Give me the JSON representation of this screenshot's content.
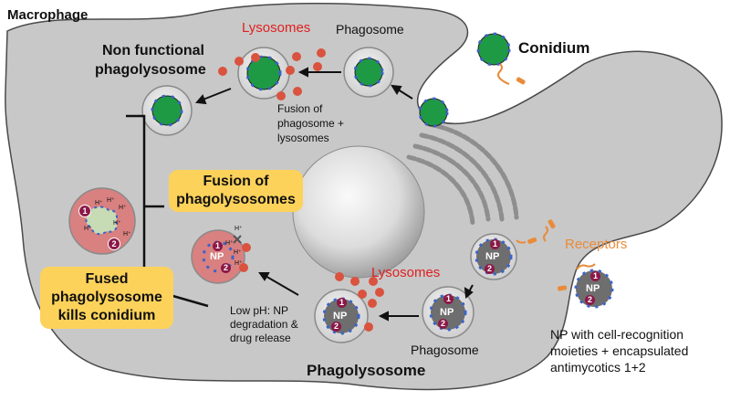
{
  "labels": {
    "macrophage": "Macrophage",
    "lysosomes_top": "Lysosomes",
    "phagosome_top": "Phagosome",
    "conidium": "Conidium",
    "non_functional_line1": "Non functional",
    "non_functional_line2": "phagolysosome",
    "fusion_desc_line1": "Fusion of",
    "fusion_desc_line2": "phagosome +",
    "fusion_desc_line3": "lysosomes",
    "fusion_box_line1": "Fusion of",
    "fusion_box_line2": "phagolysosomes",
    "fused_box_line1": "Fused",
    "fused_box_line2": "phagolysosome",
    "fused_box_line3": "kills conidium",
    "receptors": "Receptors",
    "lysosomes_bottom": "Lysosomes",
    "lowph_line1": "Low pH: NP",
    "lowph_line2": "degradation &",
    "lowph_line3": "drug release",
    "phagosome_bottom": "Phagosome",
    "phagolysosome": "Phagolysosome",
    "np_desc_line1": "NP with cell-recognition",
    "np_desc_line2": "moieties + encapsulated",
    "np_desc_line3": "antimycotics 1+2",
    "np": "NP",
    "drug1": "1",
    "drug2": "2",
    "proton": "H⁺"
  },
  "colors": {
    "cell": "#c8c8c8",
    "cell_outline": "#4a4a4a",
    "nucleus": "#d7d7d7",
    "conidium": "#1f9a44",
    "lysosome": "#d9533f",
    "lysosome_label": "#e02020",
    "receptor_label": "#e98b3a",
    "nanoparticle": "#6e6e6e",
    "drug_marker": "#8b1848",
    "receptor_blue": "#3a63c9",
    "phagosome_fill": "#e3e3e3",
    "acid_vesicle": "#d98080",
    "highlight_box": "#fcd25a"
  }
}
